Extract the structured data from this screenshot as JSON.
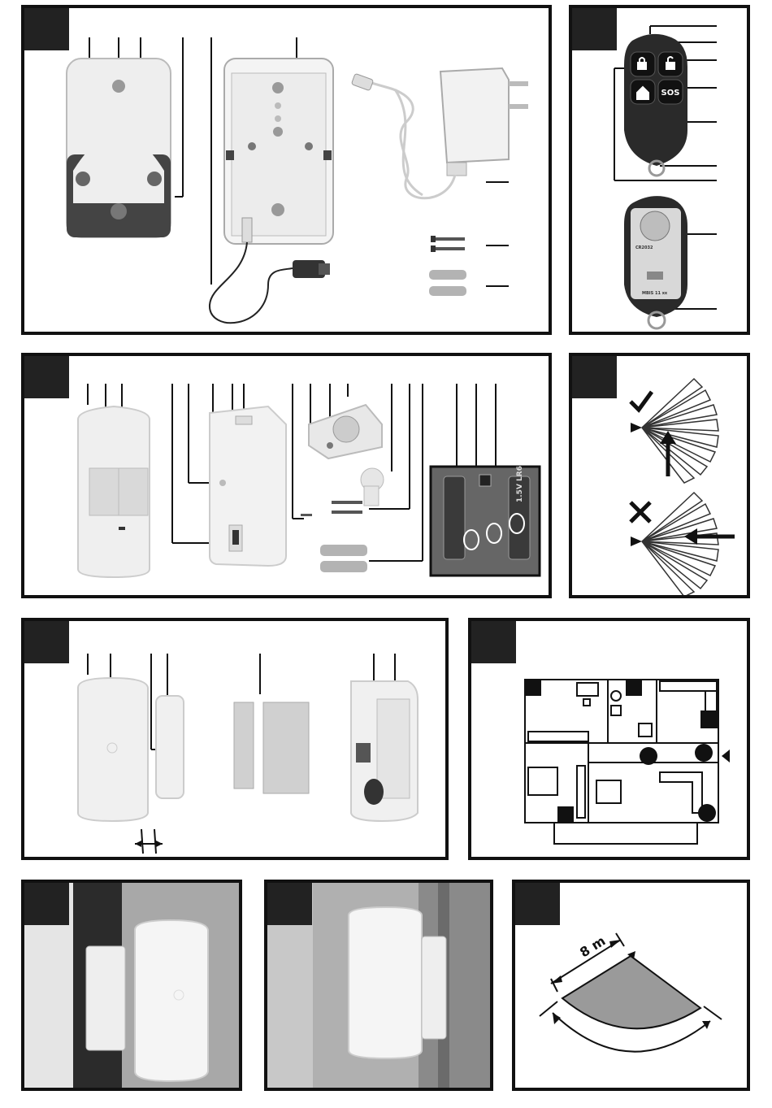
{
  "remote": {
    "btn_sos": "SOS",
    "back_text_1": "MBIS 11 xx",
    "back_text_2": "CR2032"
  },
  "battery_label": "1.5V LR6",
  "range": {
    "distance_label": "8 m"
  },
  "check_icon": "check-mark-icon",
  "cross_icon": "cross-mark-icon",
  "lock_icon": "lock-icon",
  "unlock_icon": "unlock-icon",
  "home_icon": "home-lock-icon"
}
